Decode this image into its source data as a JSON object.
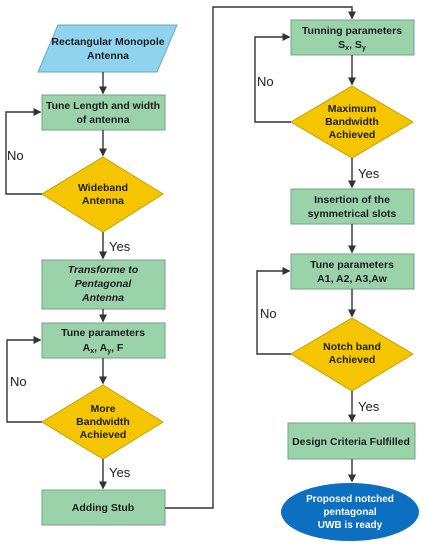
{
  "nodes": {
    "start": [
      "Rectangular Monopole",
      "Antenna"
    ],
    "tune_length": [
      "Tune Length and width",
      "of antenna"
    ],
    "wideband": [
      "Wideband",
      "Antenna"
    ],
    "transform": [
      "Transforme to",
      "Pentagonal",
      "Antenna"
    ],
    "tune_params_1": {
      "pre": "Tune parameters",
      "sym1": "A",
      "sub1": "x",
      "sep1": ", ",
      "sym2": "A",
      "sub2": "y",
      "sep2": ", F"
    },
    "more_bw": [
      "More",
      "Bandwidth",
      "Achieved"
    ],
    "adding_stub": [
      "Adding Stub"
    ],
    "tunning_params": {
      "pre": "Tunning parameters",
      "sym1": "S",
      "sub1": "x",
      "sep1": ", ",
      "sym2": "S",
      "sub2": "y"
    },
    "max_bw": [
      "Maximum",
      "Bandwidth",
      "Achieved"
    ],
    "insertion": [
      "Insertion of the",
      "symmetrical slots"
    ],
    "tune_params_2": [
      "Tune parameters",
      "A1, A2, A3,Aw"
    ],
    "notch": [
      "Notch band",
      "Achieved"
    ],
    "design": [
      "Design Criteria Fulfilled"
    ],
    "proposed": [
      "Proposed notched",
      "pentagonal",
      "UWB is ready"
    ]
  },
  "labels": {
    "yes": "Yes",
    "no": "No"
  }
}
